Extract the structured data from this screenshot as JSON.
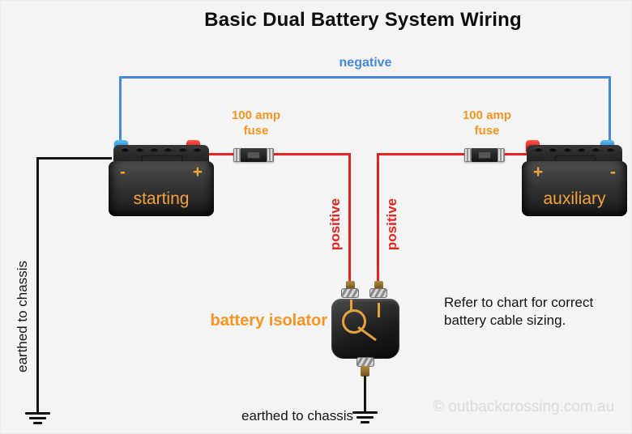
{
  "header": {
    "title": "Basic Dual Battery System Wiring"
  },
  "wiring": {
    "negative_label": "negative",
    "positive_label": "positive",
    "fuse_label": "100 amp fuse"
  },
  "batteries": {
    "starting": {
      "name": "starting",
      "sign_left": "-",
      "sign_right": "+"
    },
    "auxiliary": {
      "name": "auxiliary",
      "sign_left": "+",
      "sign_right": "-"
    }
  },
  "isolator": {
    "label": "battery isolator"
  },
  "grounds": {
    "left_label": "earthed to chassis",
    "bottom_label": "earthed to chassis"
  },
  "note": {
    "text": "Refer to chart for correct battery cable sizing."
  },
  "footer": {
    "watermark": "© outbackcrossing.com.au"
  },
  "colors": {
    "background": "#f4f4f4",
    "negative_wire": "#4688dd",
    "positive_wire": "#e62320",
    "ground_wire": "#151515",
    "accent_orange": "#f7941e",
    "battery_text": "#f2a43a",
    "watermark": "#dcdcdc"
  }
}
